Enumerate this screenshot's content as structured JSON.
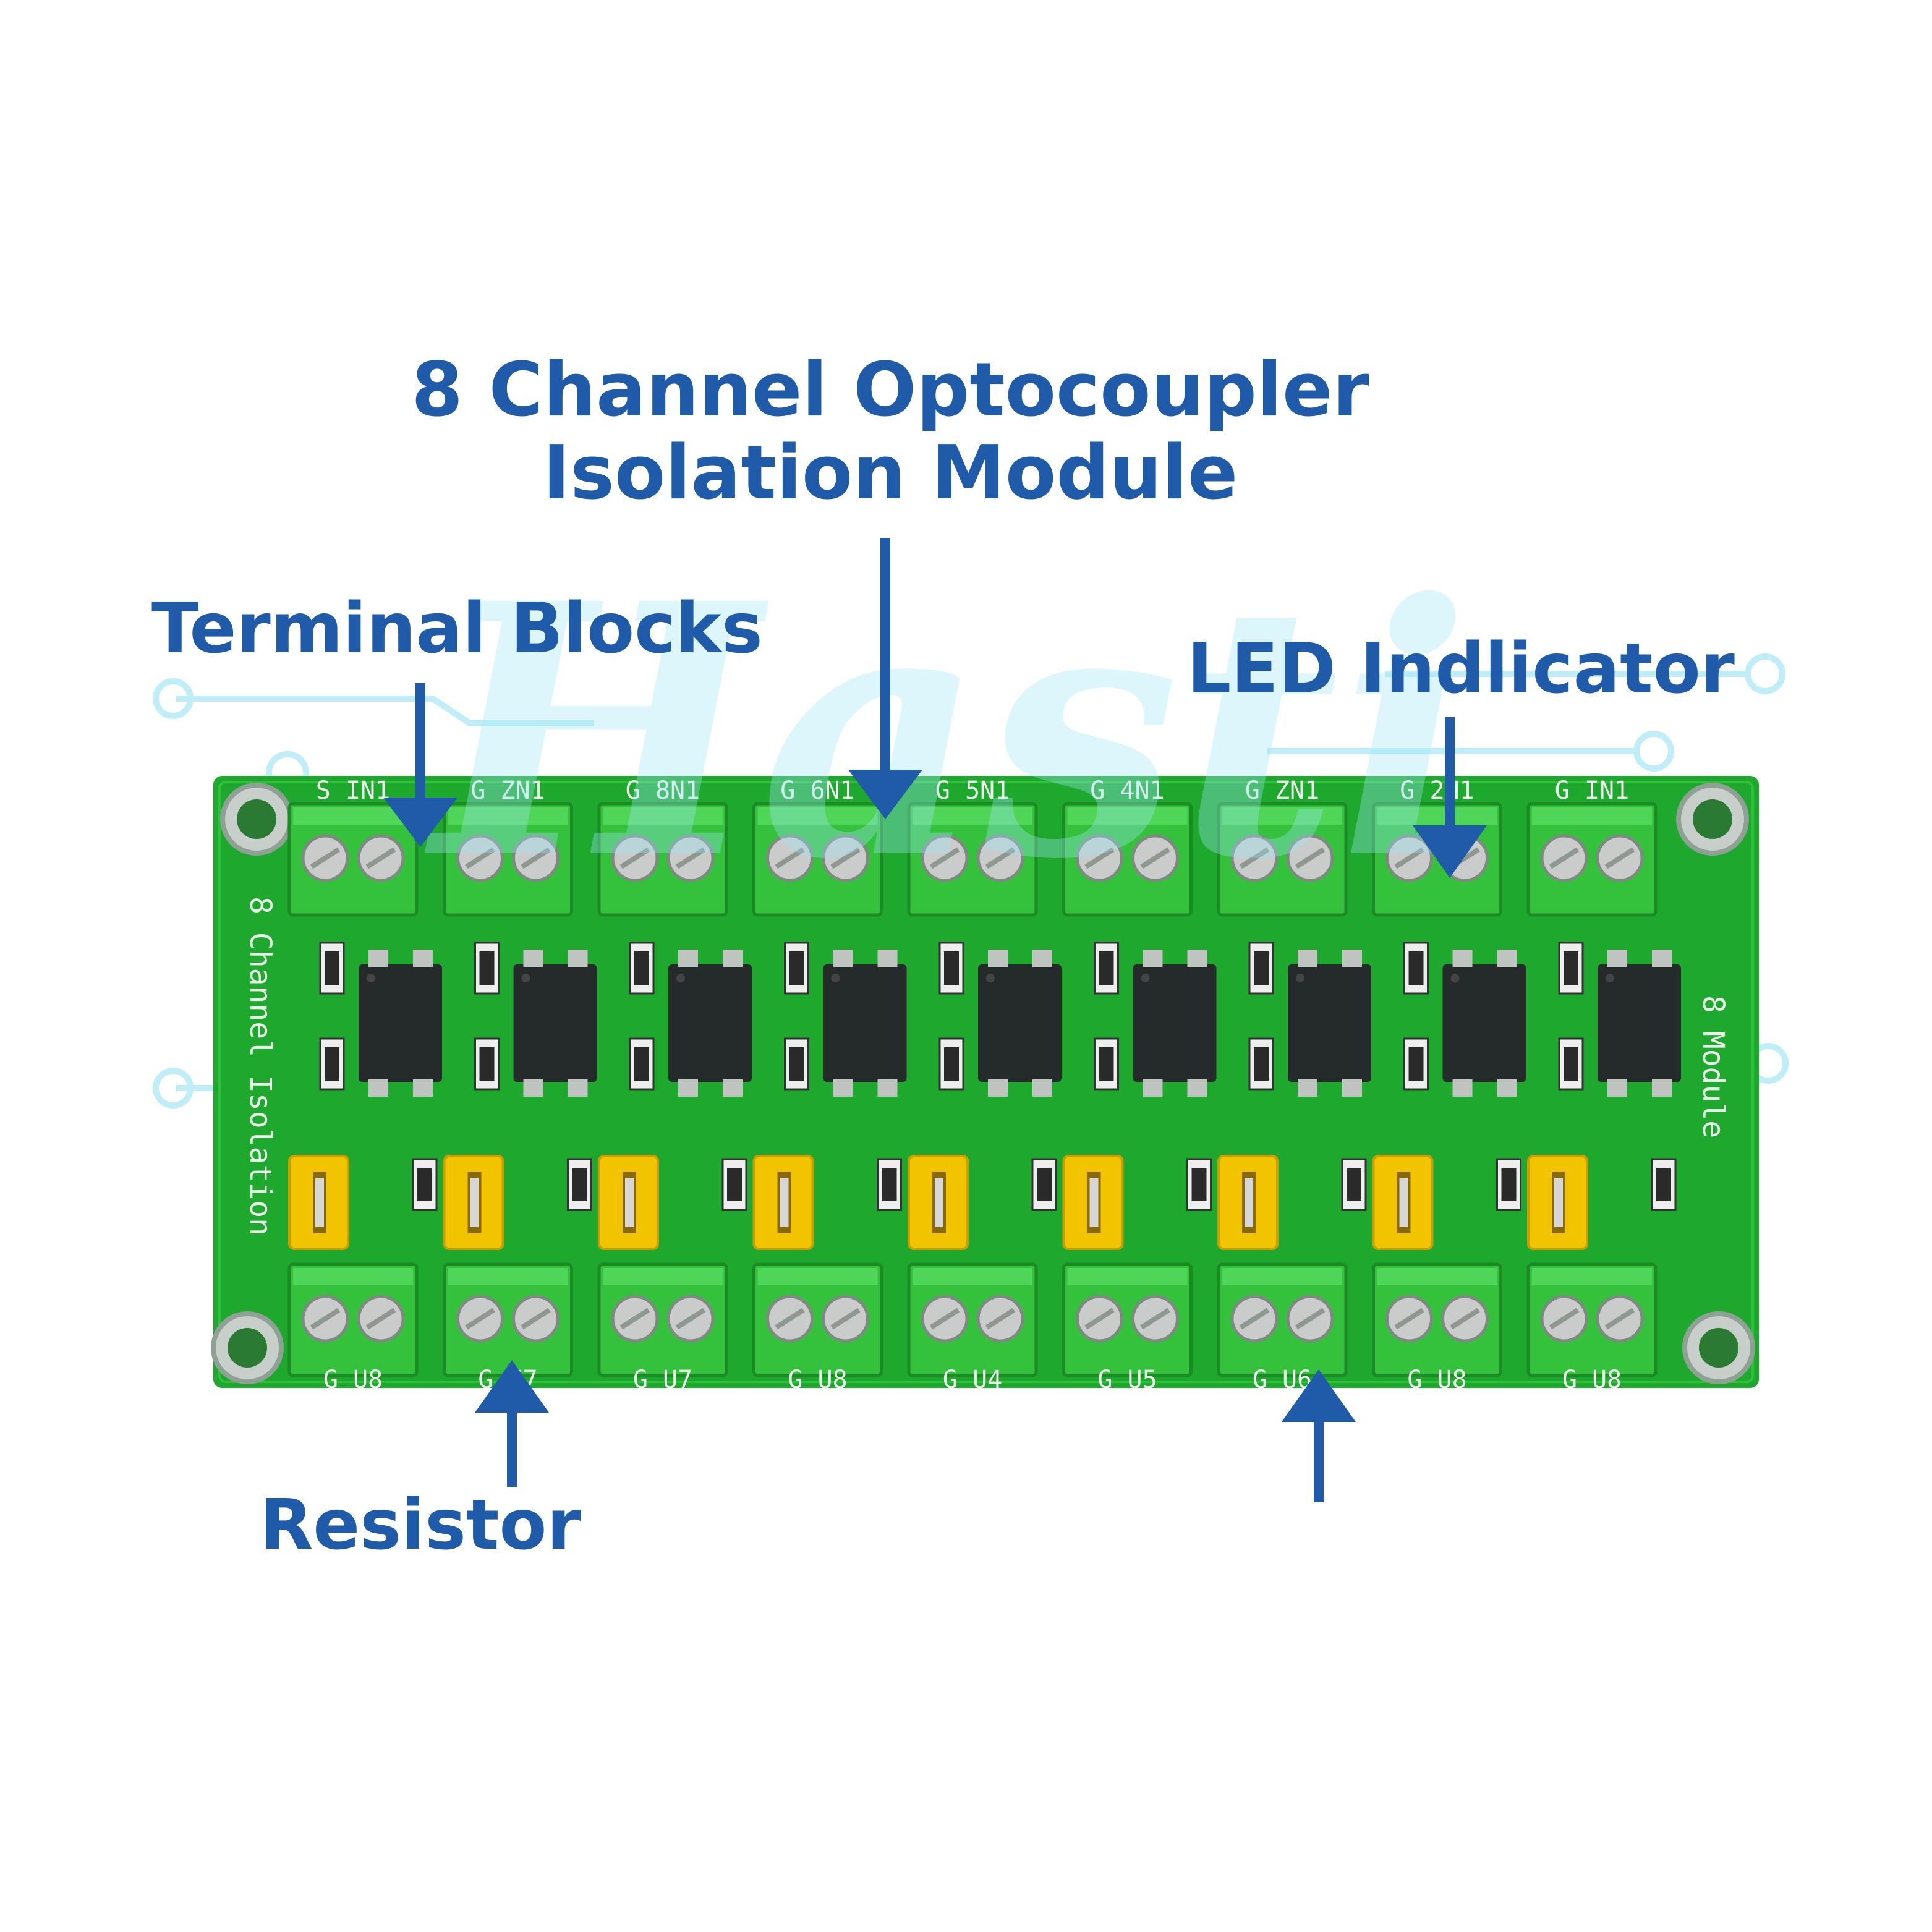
{
  "title": {
    "line1": "8 Channel Optocoupler",
    "line2": "Isolation Module"
  },
  "callouts": {
    "terminal_blocks": "Terminal Blocks",
    "led_indicator": "LED  Indlicator",
    "resistor": "Resistor"
  },
  "board": {
    "side_text_left": "8 Channel Isolation",
    "side_text_right": "8 Module",
    "top_labels": [
      "S  IN1",
      "G  ZN1",
      "G  8N1",
      "G  6N1",
      "G  5N1",
      "G  4N1",
      "G  ZN1",
      "G  2N1",
      "G  IN1"
    ],
    "bottom_labels": [
      "G  U8",
      "G  U7",
      "G  U7",
      "G  U8",
      "G  U4",
      "G  U5",
      "G  U6",
      "G  U8",
      "G  U8"
    ]
  },
  "watermark": {
    "text": "Hasti"
  },
  "colors": {
    "label_blue": "#1f5ba8",
    "pcb_green": "#1fa82e",
    "terminal_green": "#34c23c",
    "jumper_yellow": "#f2c400",
    "watermark_cyan": "#bfeef8"
  }
}
